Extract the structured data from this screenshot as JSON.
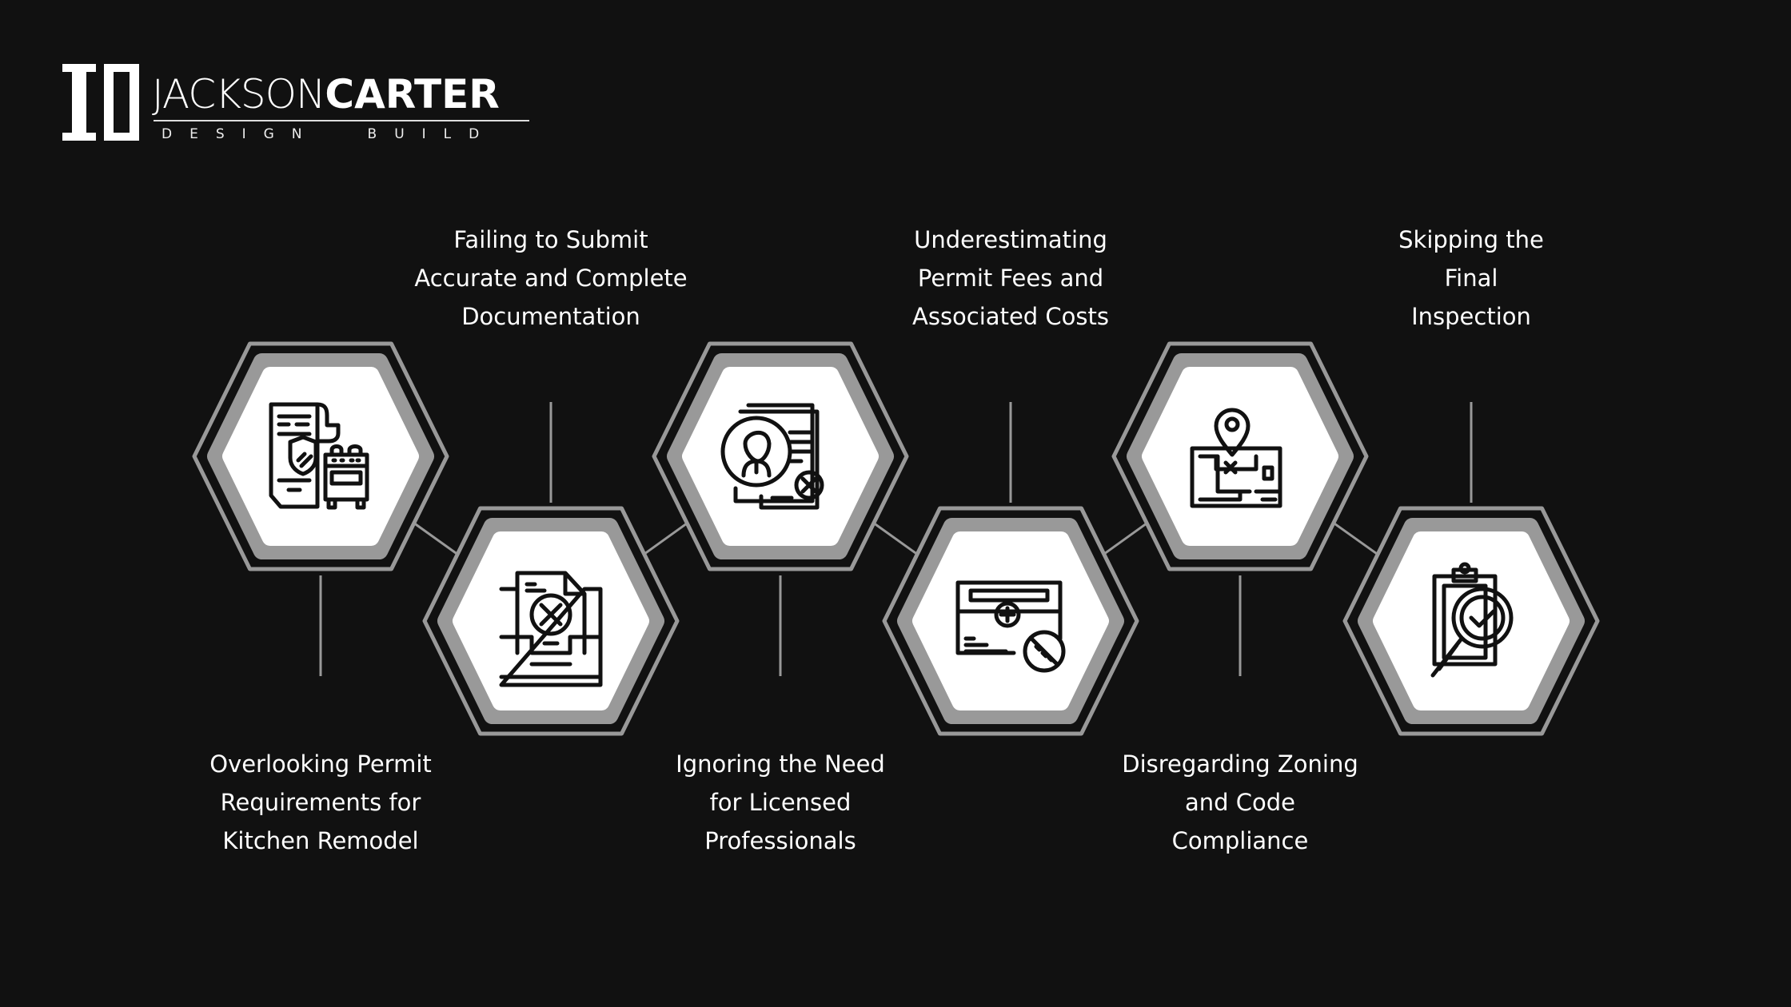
{
  "brand": {
    "name_light": "JACKSON",
    "name_bold": "CARTER",
    "tagline_1": "DESIGN",
    "tagline_2": "BUILD"
  },
  "colors": {
    "background": "#111111",
    "ring": "#999999",
    "inner": "#ffffff",
    "icon": "#111111",
    "text": "#ffffff"
  },
  "steps": [
    {
      "lines": [
        "Overlooking Permit",
        "Requirements for",
        "Kitchen Remodel"
      ],
      "icon": "permit-document-stove-icon",
      "position": "bottom"
    },
    {
      "lines": [
        "Failing to Submit",
        "Accurate and Complete",
        "Documentation"
      ],
      "icon": "rejected-document-tray-icon",
      "position": "top"
    },
    {
      "lines": [
        "Ignoring the Need",
        "for Licensed",
        "Professionals"
      ],
      "icon": "rejected-resume-icon",
      "position": "bottom"
    },
    {
      "lines": [
        "Underestimating",
        "Permit Fees and",
        "Associated Costs"
      ],
      "icon": "fee-card-no-icon",
      "position": "top"
    },
    {
      "lines": [
        "Disregarding Zoning",
        "and Code",
        "Compliance"
      ],
      "icon": "zoning-map-pin-icon",
      "position": "bottom"
    },
    {
      "lines": [
        "Skipping the",
        "Final",
        "Inspection"
      ],
      "icon": "inspection-clipboard-icon",
      "position": "top"
    }
  ]
}
